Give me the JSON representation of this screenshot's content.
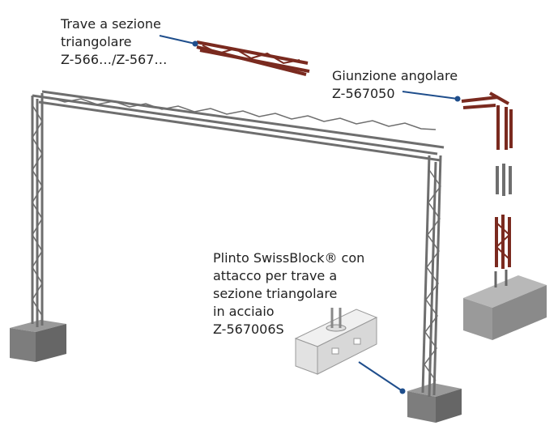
{
  "labels": {
    "beam": {
      "lines": [
        "Trave a sezione",
        "triangolare",
        "Z-566…/Z-567…"
      ]
    },
    "corner": {
      "lines": [
        "Giunzione angolare",
        "Z-567050"
      ]
    },
    "base": {
      "lines": [
        "Plinto SwissBlock® con",
        "attacco per trave a",
        "sezione triangolare",
        "in acciaio",
        "Z-567006S"
      ]
    }
  },
  "colors": {
    "leader": "#1f4e8c",
    "highlight_part": "#7a2a1f",
    "truss": "#6b6b6b",
    "concrete": "#b5b5b5"
  }
}
